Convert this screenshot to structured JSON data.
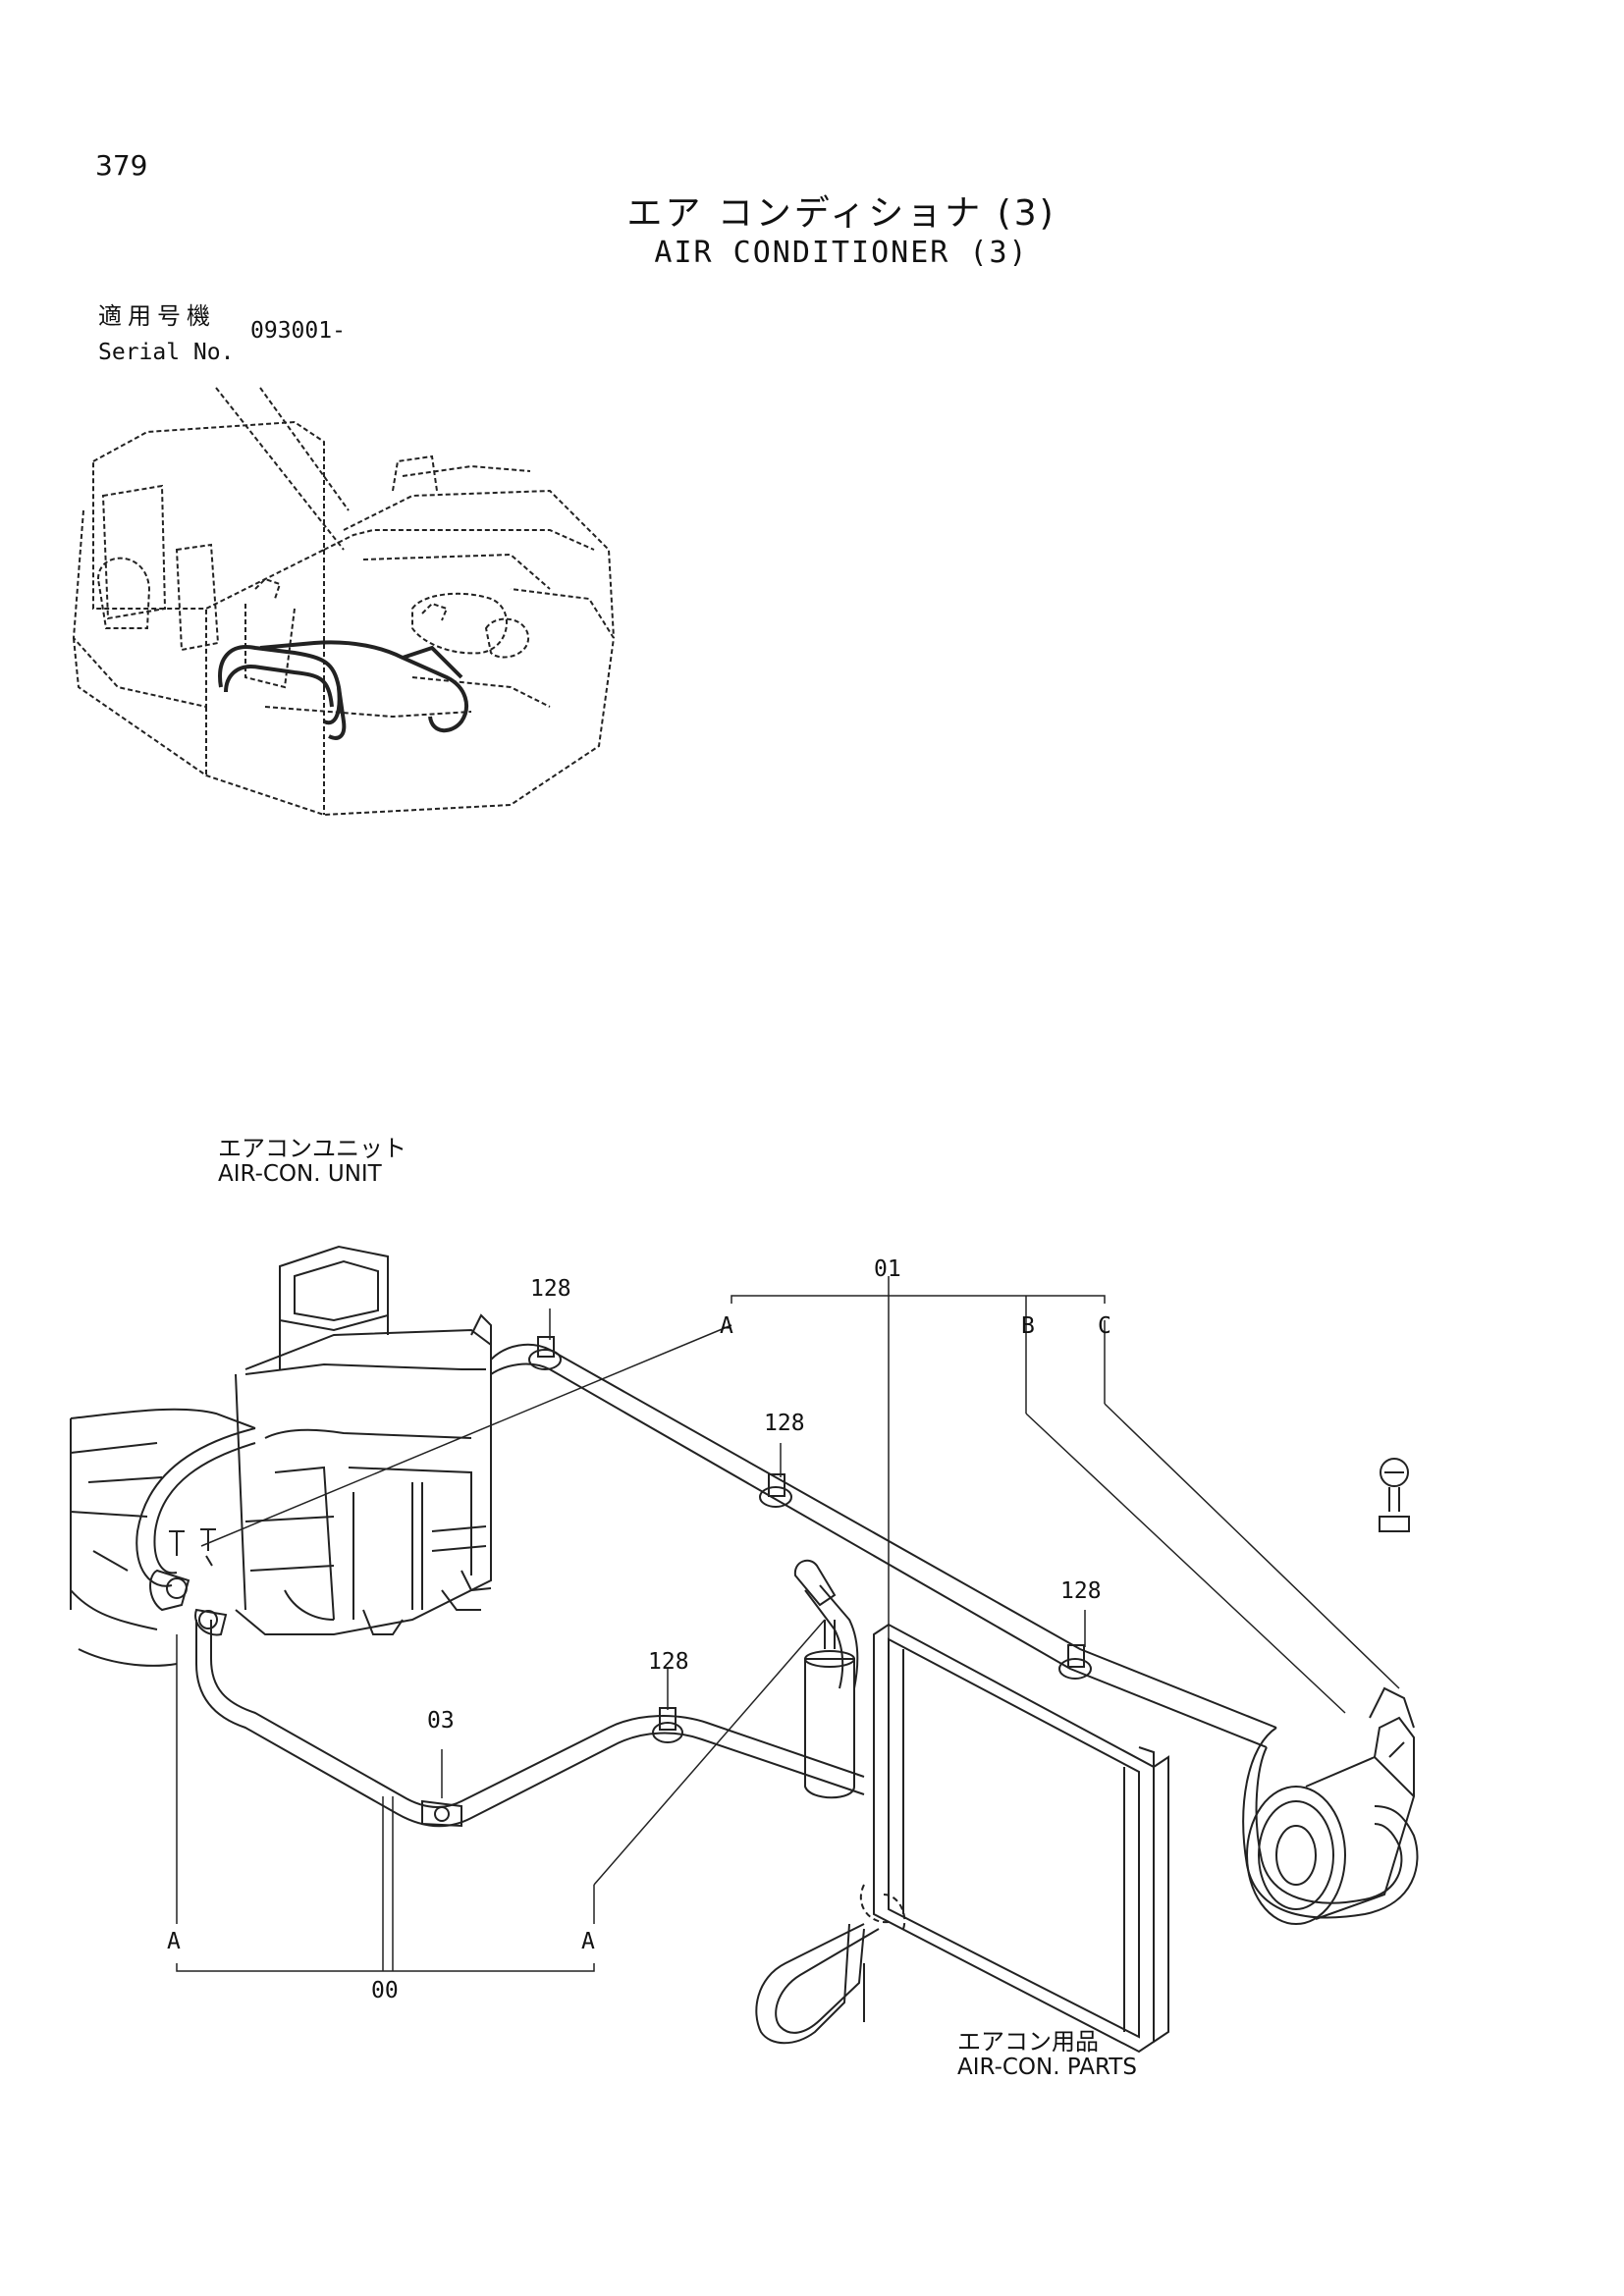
{
  "header": {
    "page_number": "379",
    "title_ja": "エア コンディショナ (3)",
    "title_en": "AIR CONDITIONER (3)"
  },
  "serial": {
    "label_ja": "適用号機",
    "label_en": "Serial No.",
    "value": "093001-"
  },
  "labels": {
    "aircon_unit_ja": "エアコンユニット",
    "aircon_unit_en": "AIR-CON. UNIT",
    "aircon_parts_ja": "エアコン用品",
    "aircon_parts_en": "AIR-CON. PARTS"
  },
  "callouts": {
    "part_01": "01",
    "part_00": "00",
    "part_03": "03",
    "clamp_128_a": "128",
    "clamp_128_b": "128",
    "clamp_128_c": "128",
    "clamp_128_d": "128",
    "ref_a_top": "A",
    "ref_b_top": "B",
    "ref_c_top": "C",
    "ref_a_left": "A",
    "ref_a_mid": "A"
  }
}
